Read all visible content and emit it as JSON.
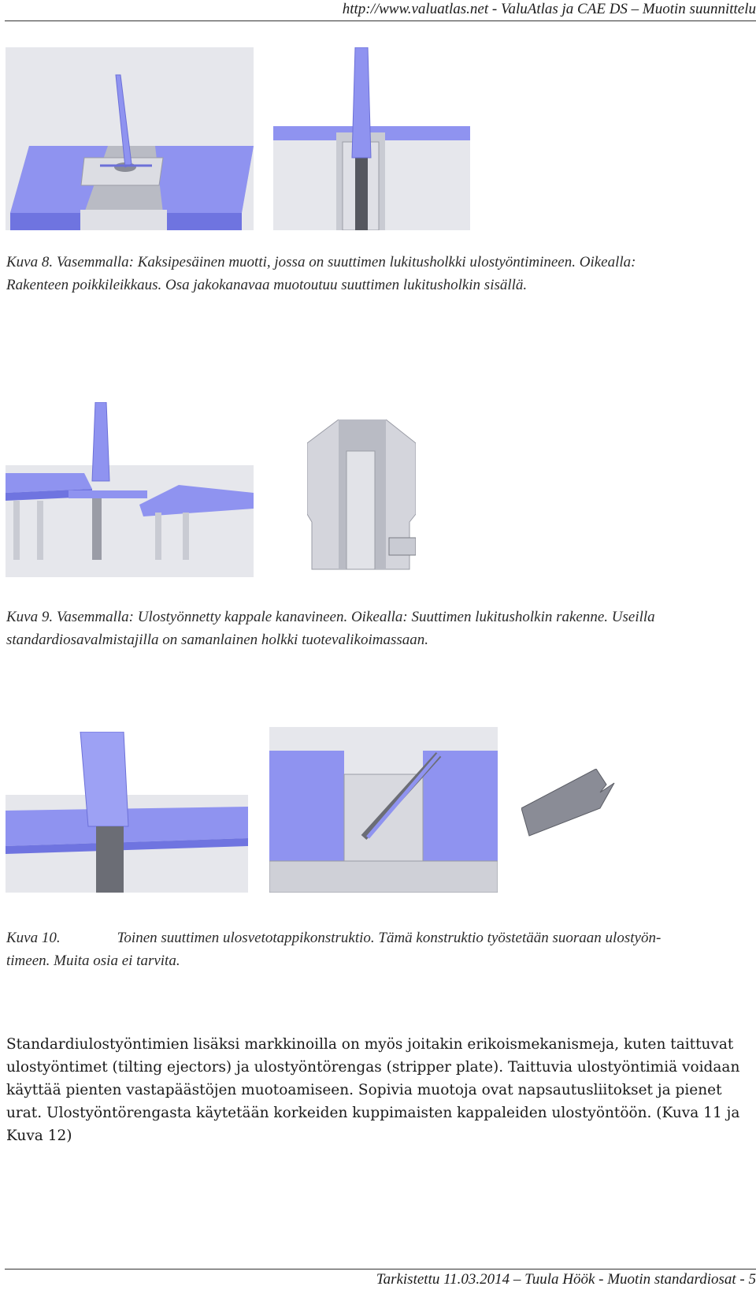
{
  "header": {
    "text": "http://www.valuatlas.net - ValuAtlas ja CAE DS – Muotin suunnittelu"
  },
  "figures": {
    "kuva8": {
      "caption_line1": "Kuva 8.  Vasemmalla: Kaksipesäinen muotti, jossa on suuttimen lukitusholkki ulostyöntimineen. Oikealla:",
      "caption_line2": "Rakenteen poikkileikkaus. Osa jakokanavaa muotoutuu suuttimen lukitusholkin sisällä."
    },
    "kuva9": {
      "caption_line1": "Kuva 9.  Vasemmalla: Ulostyönnetty kappale kanavineen. Oikealla: Suuttimen lukitusholkin rakenne. Useilla",
      "caption_line2": "standardiosavalmistajilla on samanlainen holkki tuotevalikoimassaan."
    },
    "kuva10": {
      "caption_label": "Kuva 10.",
      "caption_line1": "Toinen suuttimen ulosvetotappikonstruktio. Tämä konstruktio työstetään suoraan ulostyön-",
      "caption_line2": "timeen. Muita osia ei tarvita."
    }
  },
  "paragraph": {
    "line1": "Standardiulostyöntimien lisäksi markkinoilla on myös joitakin erikoismekanismeja, kuten taittuvat",
    "line2": "ulostyöntimet (tilting ejectors) ja ulostyöntörengas (stripper plate). Taittuvia ulostyöntimiä voidaan",
    "line3": "käyttää pienten vastapäästöjen muotoamiseen. Sopivia muotoja ovat napsautusliitokset ja pienet",
    "line4": "urat. Ulostyöntörengasta käytetään korkeiden kuppimaisten kappaleiden ulostyöntöön. (Kuva 11 ja",
    "line5": "Kuva 12)"
  },
  "footer": {
    "text": "Tarkistettu 11.03.2014 – Tuula Höök - Muotin standardiosat - 5"
  },
  "colors": {
    "cad_blue": "#8f93f0",
    "cad_gray": "#c9cbd3",
    "cad_dark": "#7a7c84",
    "background": "#ffffff"
  }
}
